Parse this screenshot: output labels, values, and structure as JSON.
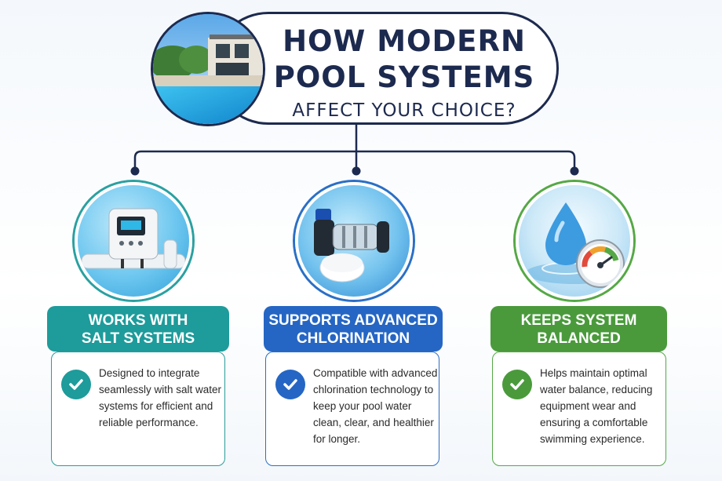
{
  "title": {
    "line1": "HOW MODERN",
    "line2": "POOL SYSTEMS",
    "line3": "AFFECT YOUR CHOICE?"
  },
  "colors": {
    "navy": "#1d2a4f",
    "teal": "#1e9b9b",
    "blue": "#2566c4",
    "green": "#4a9a3c"
  },
  "columns": [
    {
      "heading_line1": "WORKS WITH",
      "heading_line2": "SALT SYSTEMS",
      "description": "Designed to integrate seamlessly with salt water systems for efficient and reliable performance.",
      "icon": "salt-chlorinator-icon"
    },
    {
      "heading_line1": "SUPPORTS ADVANCED",
      "heading_line2": "CHLORINATION",
      "description": "Compatible with advanced chlorination technology to keep your pool water clean, clear, and healthier for longer.",
      "icon": "chlorine-feeder-icon"
    },
    {
      "heading_line1": "KEEPS SYSTEM",
      "heading_line2": "BALANCED",
      "description": "Helps maintain optimal water balance, reducing equipment wear and ensuring a comfortable swimming experience.",
      "icon": "water-drop-gauge-icon"
    }
  ]
}
